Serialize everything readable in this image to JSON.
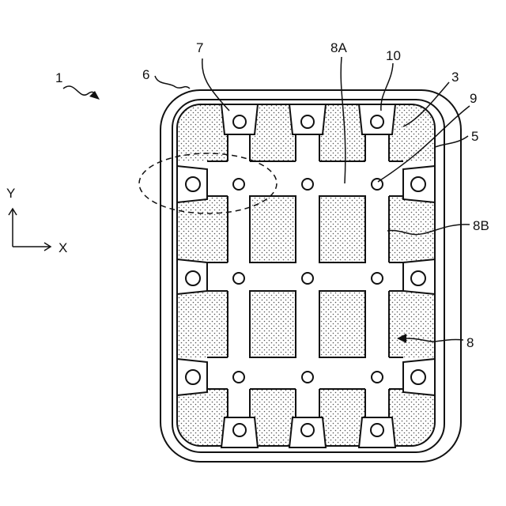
{
  "labels": {
    "l1": "1",
    "l6": "6",
    "l7": "7",
    "l8A": "8A",
    "l10": "10",
    "l3": "3",
    "l9": "9",
    "l5": "5",
    "l8B": "8B",
    "l8": "8",
    "axisY": "Y",
    "axisX": "X"
  },
  "colors": {
    "line": "#111111",
    "background": "#ffffff",
    "dots": "#555555"
  }
}
